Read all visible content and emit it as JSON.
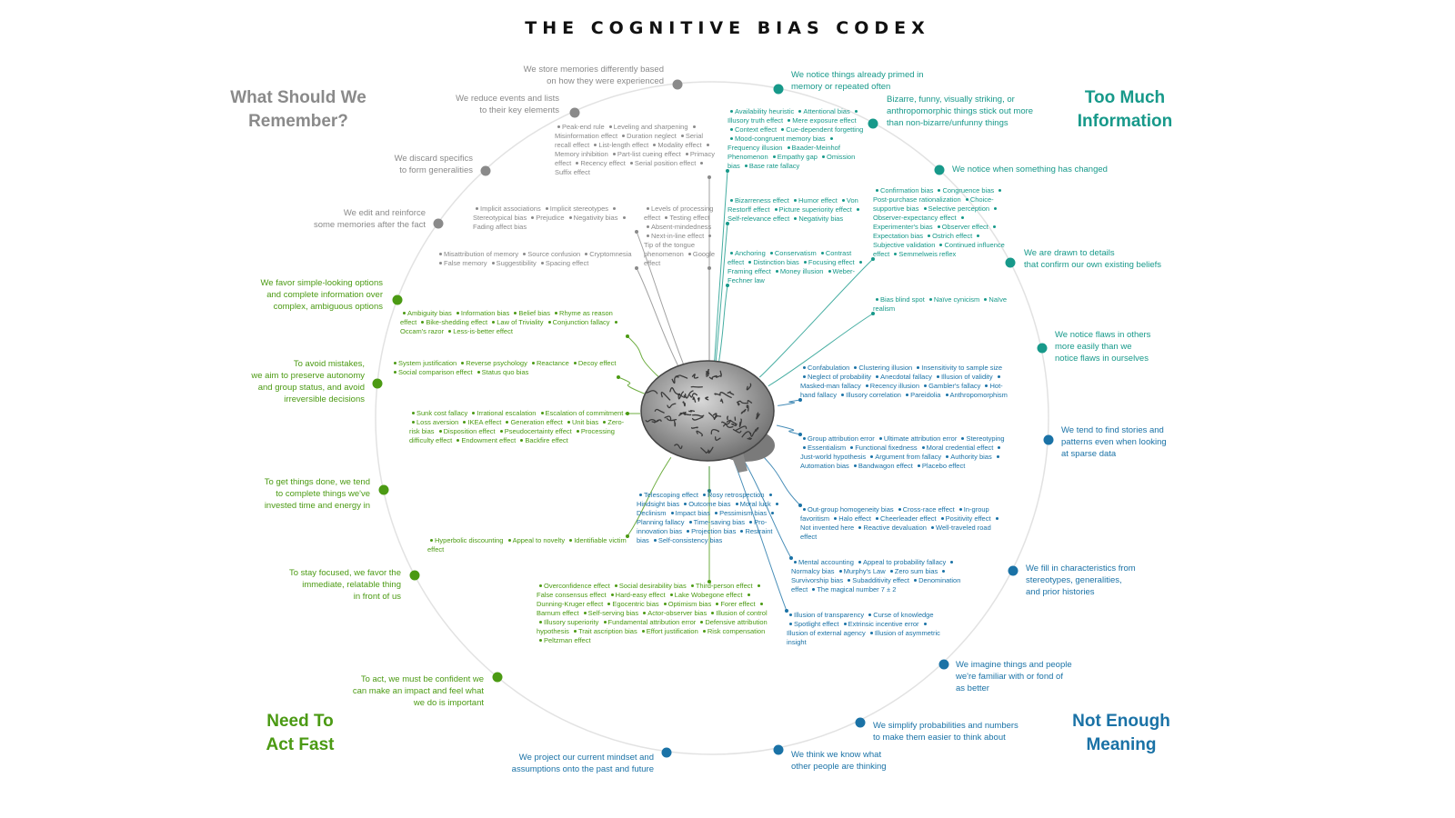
{
  "title": "THE COGNITIVE BIAS CODEX",
  "quadrants": [
    {
      "title": "Too Much\nInformation",
      "color": "#17998a",
      "groups": [
        {
          "label": "We notice things already primed in\nmemory or repeated often",
          "items": [
            "Availability heuristic",
            "Attentional bias",
            "Illusory truth effect",
            "Mere exposure effect",
            "Context effect",
            "Cue-dependent forgetting",
            "Mood-congruent memory bias",
            "Frequency illusion",
            "Baader-Meinhof Phenomenon",
            "Empathy gap",
            "Omission bias",
            "Base rate fallacy"
          ]
        },
        {
          "label": "Bizarre, funny, visually striking, or\nanthropomorphic things stick out more\nthan non-bizarre/unfunny things",
          "items": [
            "Bizarreness effect",
            "Humor effect",
            "Von Restorff effect",
            "Picture superiority effect",
            "Self-relevance effect",
            "Negativity bias"
          ]
        },
        {
          "label": "We notice when something has changed",
          "items": [
            "Anchoring",
            "Conservatism",
            "Contrast effect",
            "Distinction bias",
            "Focusing effect",
            "Framing effect",
            "Money illusion",
            "Weber-Fechner law"
          ]
        },
        {
          "label": "We are drawn to details\nthat confirm our own existing beliefs",
          "items": [
            "Confirmation bias",
            "Congruence bias",
            "Post-purchase rationalization",
            "Choice-supportive bias",
            "Selective perception",
            "Observer-expectancy effect",
            "Experimenter's bias",
            "Observer effect",
            "Expectation bias",
            "Ostrich effect",
            "Subjective validation",
            "Continued influence effect",
            "Semmelweis reflex"
          ]
        },
        {
          "label": "We notice flaws in others\nmore easily than we\nnotice flaws in ourselves",
          "items": [
            "Bias blind spot",
            "Naïve cynicism",
            "Naïve realism"
          ]
        }
      ]
    },
    {
      "title": "Not Enough\nMeaning",
      "color": "#1a72a6",
      "groups": [
        {
          "label": "We tend to find stories and\npatterns even when looking\nat sparse data",
          "items": [
            "Confabulation",
            "Clustering illusion",
            "Insensitivity to sample size",
            "Neglect of probability",
            "Anecdotal fallacy",
            "Illusion of validity",
            "Masked-man fallacy",
            "Recency illusion",
            "Gambler's fallacy",
            "Hot-hand fallacy",
            "Illusory correlation",
            "Pareidolia",
            "Anthropomorphism"
          ]
        },
        {
          "label": "We fill in characteristics from\nstereotypes, generalities,\nand prior histories",
          "items": [
            "Group attribution error",
            "Ultimate attribution error",
            "Stereotyping",
            "Essentialism",
            "Functional fixedness",
            "Moral credential effect",
            "Just-world hypothesis",
            "Argument from fallacy",
            "Authority bias",
            "Automation bias",
            "Bandwagon effect",
            "Placebo effect"
          ]
        },
        {
          "label": "We imagine things and people\nwe're familiar with or fond of\nas better",
          "items": [
            "Out-group homogeneity bias",
            "Cross-race effect",
            "In-group favoritism",
            "Halo effect",
            "Cheerleader effect",
            "Positivity effect",
            "Not invented here",
            "Reactive devaluation",
            "Well-traveled road effect"
          ]
        },
        {
          "label": "We simplify probabilities and numbers\nto make them easier to think about",
          "items": [
            "Mental accounting",
            "Appeal to probability fallacy",
            "Normalcy bias",
            "Murphy's Law",
            "Zero sum bias",
            "Survivorship bias",
            "Subadditivity effect",
            "Denomination effect",
            "The magical number 7 ± 2"
          ]
        },
        {
          "label": "We think we know what\nother people are thinking",
          "items": [
            "Illusion of transparency",
            "Curse of knowledge",
            "Spotlight effect",
            "Extrinsic incentive error",
            "Illusion of external agency",
            "Illusion of asymmetric insight"
          ]
        },
        {
          "label": "We project our current mindset and\nassumptions onto the past and future",
          "items": [
            "Telescoping effect",
            "Rosy retrospection",
            "Hindsight bias",
            "Outcome bias",
            "Moral luck",
            "Declinism",
            "Impact bias",
            "Pessimism bias",
            "Planning fallacy",
            "Time-saving bias",
            "Pro-innovation bias",
            "Projection bias",
            "Restraint bias",
            "Self-consistency bias"
          ]
        }
      ]
    },
    {
      "title": "Need To\nAct Fast",
      "color": "#4b9a13",
      "groups": [
        {
          "label": "To act, we must be confident we\ncan make an impact and feel what\nwe do is important",
          "items": [
            "Overconfidence effect",
            "Social desirability bias",
            "Third-person effect",
            "False consensus effect",
            "Hard-easy effect",
            "Lake Wobegone effect",
            "Dunning-Kruger effect",
            "Egocentric bias",
            "Optimism bias",
            "Forer effect",
            "Barnum effect",
            "Self-serving bias",
            "Actor-observer bias",
            "Illusion of control",
            "Illusory superiority",
            "Fundamental attribution error",
            "Defensive attribution hypothesis",
            "Trait ascription bias",
            "Effort justification",
            "Risk compensation",
            "Peltzman effect"
          ]
        },
        {
          "label": "To stay focused, we favor the\nimmediate, relatable thing\nin front of us",
          "items": [
            "Hyperbolic discounting",
            "Appeal to novelty",
            "Identifiable victim effect"
          ]
        },
        {
          "label": "To get things done, we tend\nto complete things we've\ninvested time and energy in",
          "items": [
            "Sunk cost fallacy",
            "Irrational escalation",
            "Escalation of commitment",
            "Loss aversion",
            "IKEA effect",
            "Generation effect",
            "Unit bias",
            "Zero-risk bias",
            "Disposition effect",
            "Pseudocertainty effect",
            "Processing difficulty effect",
            "Endowment effect",
            "Backfire effect"
          ]
        },
        {
          "label": "To avoid mistakes,\nwe aim to preserve autonomy\nand group status, and avoid\nirreversible decisions",
          "items": [
            "System justification",
            "Reverse psychology",
            "Reactance",
            "Decoy effect",
            "Social comparison effect",
            "Status quo bias"
          ]
        },
        {
          "label": "We favor simple-looking options\nand complete information over\ncomplex, ambiguous options",
          "items": [
            "Ambiguity bias",
            "Information bias",
            "Belief bias",
            "Rhyme as reason effect",
            "Bike-shedding effect",
            "Law of Triviality",
            "Conjunction fallacy",
            "Occam's razor",
            "Less-is-better effect"
          ]
        }
      ]
    },
    {
      "title": "What Should We\nRemember?",
      "color": "#8a8a8a",
      "groups": [
        {
          "label": "We edit and reinforce\nsome memories after the fact",
          "items": [
            "Misattribution of memory",
            "Source confusion",
            "Cryptomnesia",
            "False memory",
            "Suggestibility",
            "Spacing effect"
          ]
        },
        {
          "label": "We discard specifics\nto form generalities",
          "items": [
            "Implicit associations",
            "Implicit stereotypes",
            "Stereotypical bias",
            "Prejudice",
            "Negativity bias",
            "Fading affect bias"
          ]
        },
        {
          "label": "We reduce events and lists\nto their key elements",
          "items": [
            "Peak-end rule",
            "Leveling and sharpening",
            "Misinformation effect",
            "Duration neglect",
            "Serial recall effect",
            "List-length effect",
            "Modality effect",
            "Memory inhibition",
            "Part-list cueing effect",
            "Primacy effect",
            "Recency effect",
            "Serial position effect",
            "Suffix effect"
          ]
        },
        {
          "label": "We store memories differently based\non how they were experienced",
          "items": [
            "Levels of processing effect",
            "Testing effect",
            "Absent-mindedness",
            "Next-in-line effect",
            "Tip of the tongue phenomenon",
            "Google effect"
          ]
        }
      ]
    }
  ]
}
